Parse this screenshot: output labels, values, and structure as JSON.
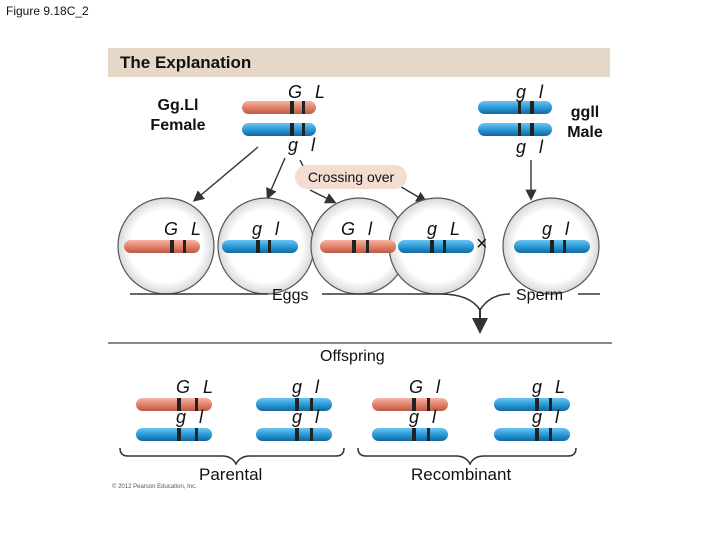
{
  "figure_label": "Figure 9.18C_2",
  "header": {
    "title": "The Explanation"
  },
  "female": {
    "label_line1": "Gg.Ll",
    "label_line2": "Female",
    "top_alleles": "G L",
    "bottom_alleles": "g l"
  },
  "male": {
    "label_line1": "ggll",
    "label_line2": "Male",
    "top_alleles": "g l",
    "bottom_alleles": "g l"
  },
  "crossing_over": "Crossing over",
  "cross_symbol": "×",
  "gametes": [
    {
      "alleles": "G L"
    },
    {
      "alleles": "g  l"
    },
    {
      "alleles": "G l"
    },
    {
      "alleles": "g L"
    },
    {
      "alleles": "g l"
    }
  ],
  "eggs_label": "Eggs",
  "sperm_label": "Sperm",
  "offspring_label": "Offspring",
  "offspring": [
    {
      "top": "G L",
      "bottom": "g  l"
    },
    {
      "top": "g  l",
      "bottom": "g  l"
    },
    {
      "top": "G  l",
      "bottom": "g  l"
    },
    {
      "top": "g L",
      "bottom": "g  l"
    }
  ],
  "parental_label": "Parental",
  "recombinant_label": "Recombinant",
  "copyright": "© 2012 Pearson Education, Inc.",
  "colors": {
    "orange": "#e2826a",
    "blue": "#2a9ad8",
    "band": "#e6d8c9",
    "pill": "#f2ddd0",
    "circle_fill": "#ebebeb"
  }
}
